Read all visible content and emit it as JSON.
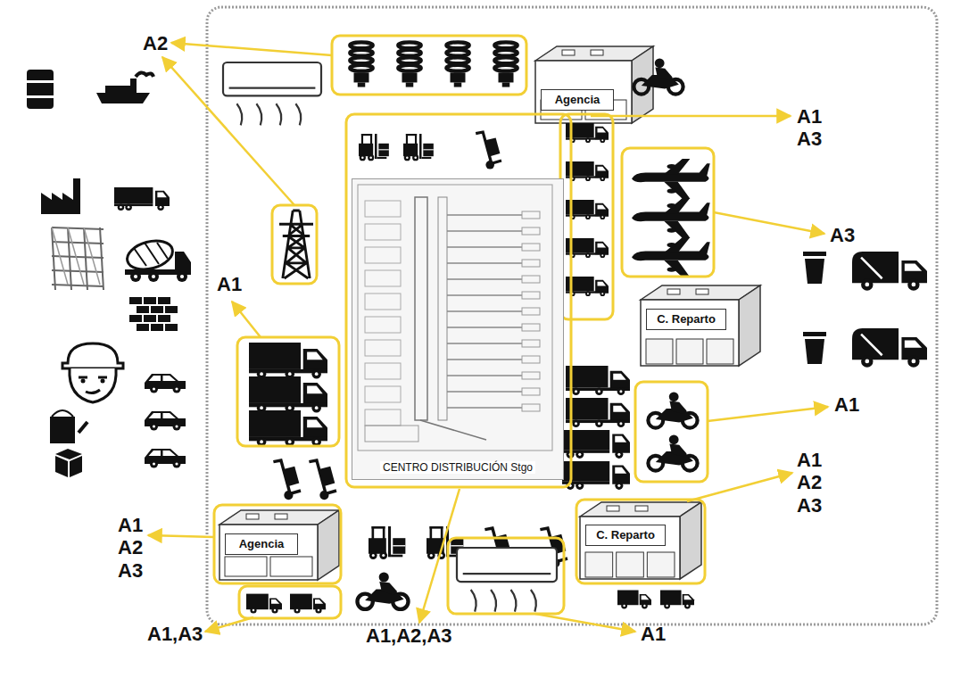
{
  "diagram": {
    "nodes": [
      {
        "text": [
          "Agencia"
        ]
      },
      {
        "text": [
          "CENTRO DISTRIBUCIÓN Stgo"
        ]
      },
      {
        "text": [
          "C. Reparto"
        ]
      },
      {
        "text": [
          "Agencia"
        ]
      },
      {
        "text": [
          "C. Reparto"
        ]
      }
    ],
    "labels": [
      "A2",
      "A1 A3",
      "A3",
      "A1",
      "A1",
      "A1 A2 A3",
      "A1 A2 A3",
      "A1,A3",
      "A1,A2,A3",
      "A1"
    ]
  }
}
